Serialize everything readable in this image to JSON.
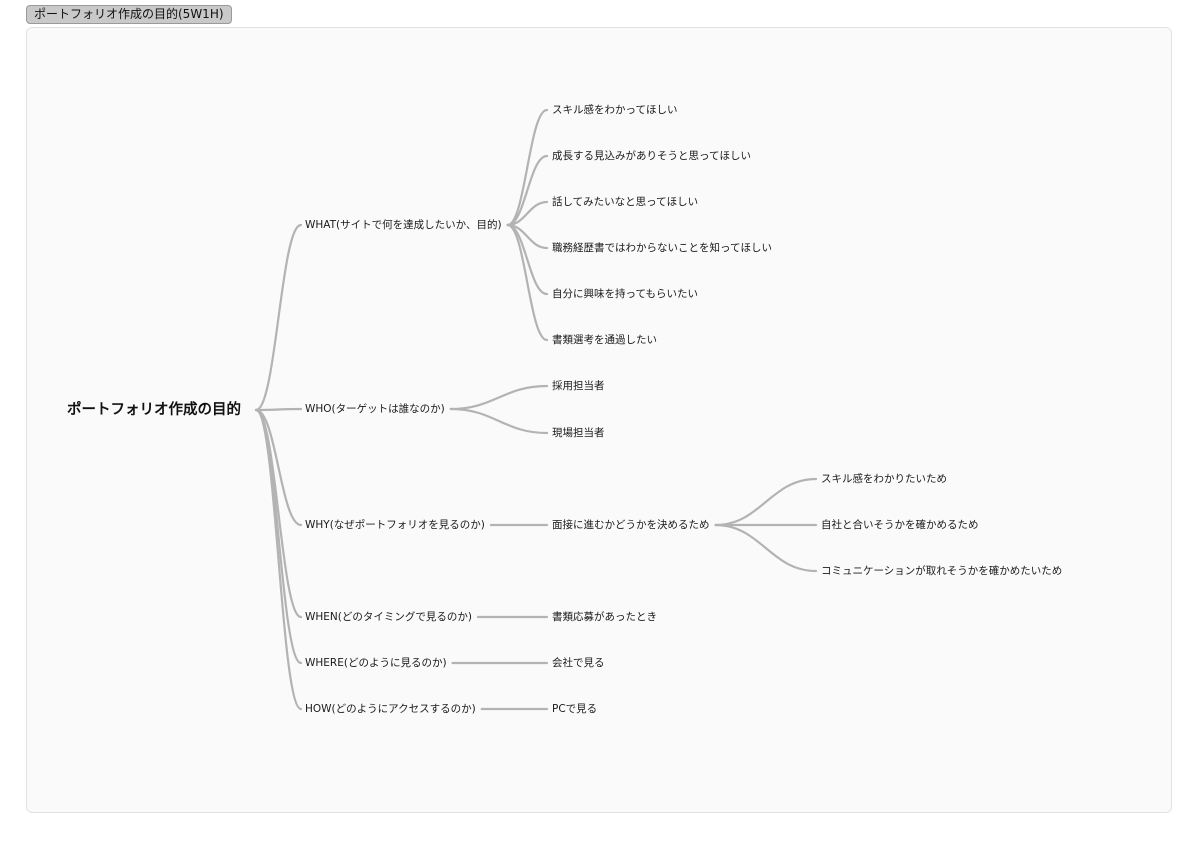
{
  "tab": {
    "label": "ポートフォリオ作成の目的(5W1H)"
  },
  "mindmap": {
    "root": "ポートフォリオ作成の目的",
    "branches": [
      {
        "label": "WHAT(サイトで何を達成したいか、目的)",
        "children": [
          {
            "label": "スキル感をわかってほしい"
          },
          {
            "label": "成長する見込みがありそうと思ってほしい"
          },
          {
            "label": "話してみたいなと思ってほしい"
          },
          {
            "label": "職務経歴書ではわからないことを知ってほしい"
          },
          {
            "label": "自分に興味を持ってもらいたい"
          },
          {
            "label": "書類選考を通過したい"
          }
        ]
      },
      {
        "label": "WHO(ターゲットは誰なのか)",
        "children": [
          {
            "label": "採用担当者"
          },
          {
            "label": "現場担当者"
          }
        ]
      },
      {
        "label": "WHY(なぜポートフォリオを見るのか)",
        "children": [
          {
            "label": "面接に進むかどうかを決めるため",
            "children": [
              {
                "label": "スキル感をわかりたいため"
              },
              {
                "label": "自社と合いそうかを確かめるため"
              },
              {
                "label": "コミュニケーションが取れそうかを確かめたいため"
              }
            ]
          }
        ]
      },
      {
        "label": "WHEN(どのタイミングで見るのか)",
        "children": [
          {
            "label": "書類応募があったとき"
          }
        ]
      },
      {
        "label": "WHERE(どのように見るのか)",
        "children": [
          {
            "label": "会社で見る"
          }
        ]
      },
      {
        "label": "HOW(どのようにアクセスするのか)",
        "children": [
          {
            "label": "PCで見る"
          }
        ]
      }
    ]
  }
}
